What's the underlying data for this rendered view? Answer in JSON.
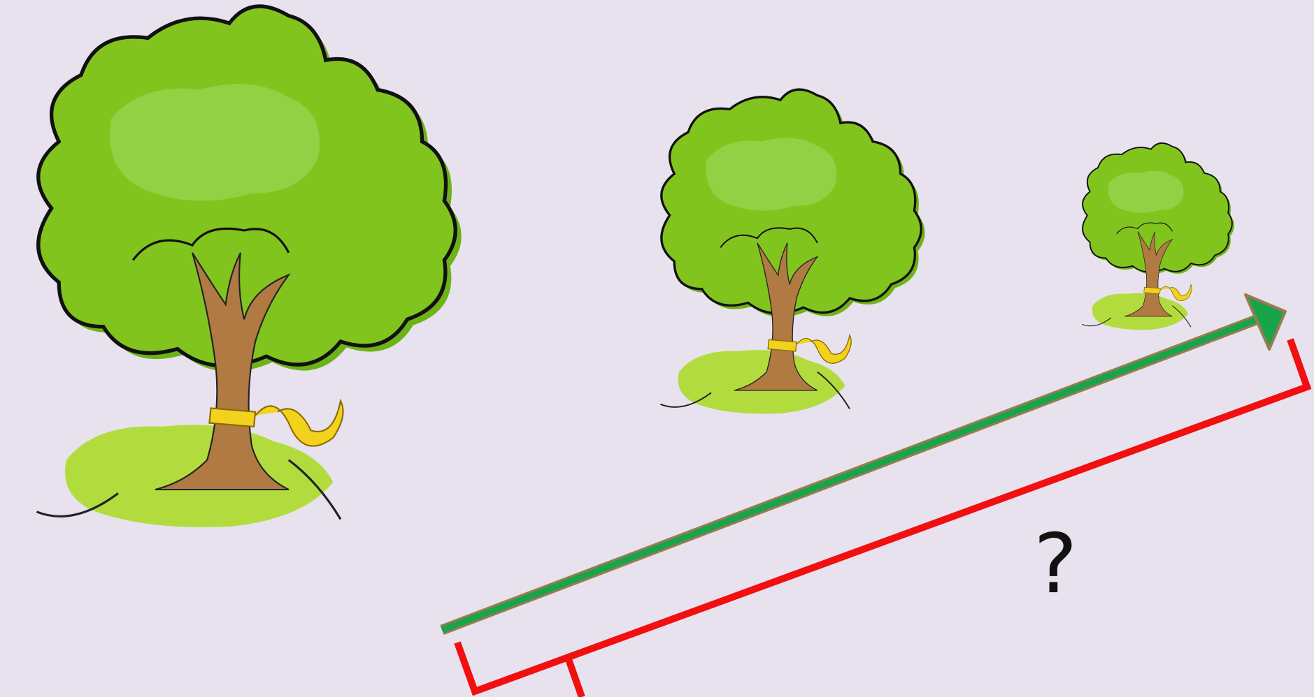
{
  "scene": {
    "background": "#e8e2ef",
    "trees": [
      {
        "name": "tree-large",
        "foliage": "#82c41e",
        "trunk": "#b07a42",
        "ribbon": "#f2d21c",
        "grass": "#b2dc3e"
      },
      {
        "name": "tree-medium",
        "foliage": "#82c41e",
        "trunk": "#b07a42",
        "ribbon": "#f2d21c",
        "grass": "#b2dc3e"
      },
      {
        "name": "tree-small",
        "foliage": "#82c41e",
        "trunk": "#b07a42",
        "ribbon": "#f2d21c",
        "grass": "#b2dc3e"
      }
    ],
    "arrow": {
      "color": "#17a44a",
      "outline": "#9a7b4f",
      "icon": "arrow-right-icon"
    },
    "bracket": {
      "color": "#f20f0f",
      "icon": "bracket-icon"
    },
    "question_label": "?"
  }
}
